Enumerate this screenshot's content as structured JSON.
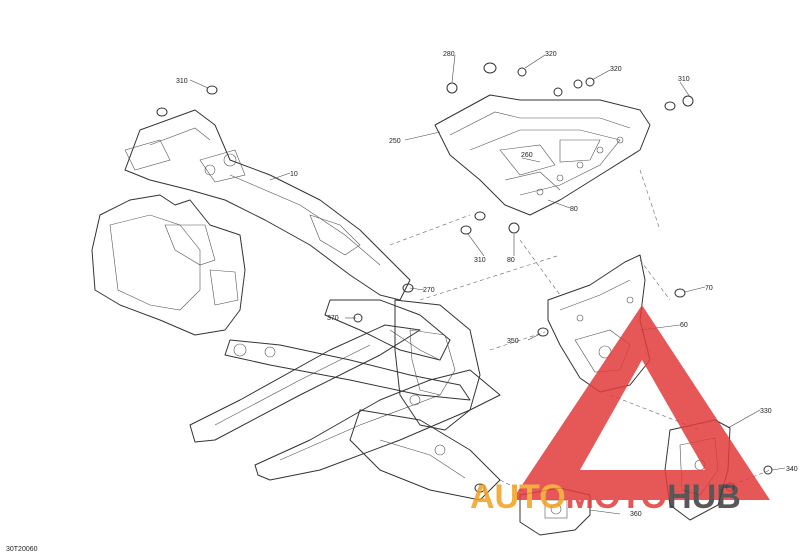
{
  "diagram": {
    "code": "30T20060",
    "callouts": [
      "10",
      "60",
      "70",
      "80",
      "250",
      "260",
      "270",
      "280",
      "310",
      "320",
      "330",
      "340",
      "350",
      "360",
      "370"
    ]
  },
  "watermark": {
    "brand_part1": "AUTO",
    "brand_part2": "MOTO",
    "brand_part3": "HUB",
    "color_triangle": "#e23b3b",
    "color_auto": "#f0a01e",
    "color_moto": "#e23b3b",
    "color_hub": "#3b3b3b"
  },
  "labels": {
    "l10": "10",
    "l60": "60",
    "l70": "70",
    "l80a": "80",
    "l80b": "80",
    "l250": "250",
    "l260": "260",
    "l270": "270",
    "l280": "280",
    "l310a": "310",
    "l310b": "310",
    "l310c": "310",
    "l320a": "320",
    "l320b": "320",
    "l330": "330",
    "l340": "340",
    "l350": "350",
    "l360": "360",
    "l370": "370"
  }
}
